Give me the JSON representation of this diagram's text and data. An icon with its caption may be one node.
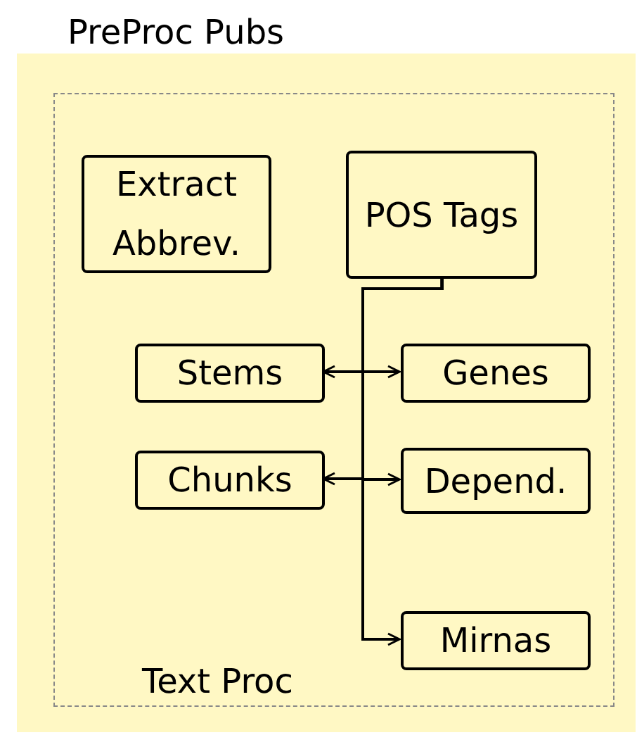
{
  "diagram": {
    "nodes": [
      {
        "text": [
          "PreProc Pubs"
        ]
      },
      {
        "text": [
          "Text Proc"
        ],
        "in": 0
      },
      {
        "text": [
          "Extract Abbrev."
        ],
        "in": 1
      },
      {
        "text": [
          "POS Tags"
        ],
        "in": 1
      },
      {
        "text": [
          "Stems"
        ],
        "in": 1
      },
      {
        "text": [
          "Genes"
        ],
        "in": 1
      },
      {
        "text": [
          "Chunks"
        ],
        "in": 1
      },
      {
        "text": [
          "Depend."
        ],
        "in": 1
      },
      {
        "text": [
          "Mirnas"
        ],
        "in": 1
      }
    ],
    "edges": [
      {
        "from": 3,
        "to": 4,
        "arrow": "to"
      },
      {
        "from": 3,
        "to": 5,
        "arrow": "to"
      },
      {
        "from": 3,
        "to": 6,
        "arrow": "to"
      },
      {
        "from": 3,
        "to": 7,
        "arrow": "to"
      },
      {
        "from": 3,
        "to": 8,
        "arrow": "to"
      }
    ]
  }
}
